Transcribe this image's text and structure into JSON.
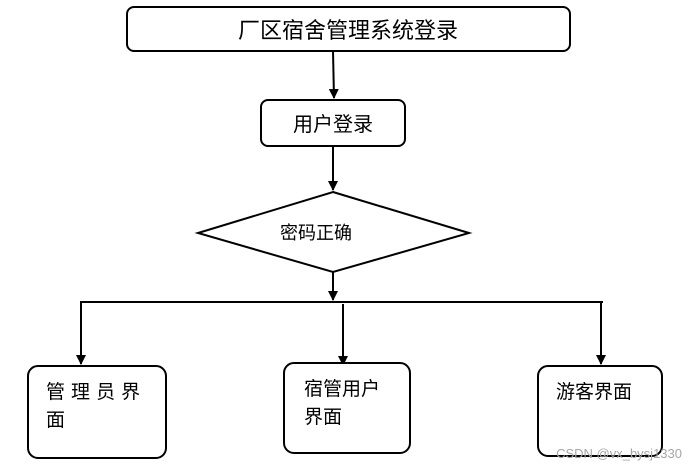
{
  "diagram": {
    "type": "flowchart",
    "nodes": {
      "title": {
        "label": "厂区宿舍管理系统登录",
        "shape": "rounded-rect"
      },
      "login": {
        "label": "用户登录",
        "shape": "rounded-rect"
      },
      "check": {
        "label": "密码正确",
        "shape": "diamond"
      },
      "admin": {
        "label_line1": "管 理 员 界",
        "label_line2": "面",
        "shape": "rounded-rect"
      },
      "dorm_user": {
        "label_line1": "宿管用户",
        "label_line2": "界面",
        "shape": "rounded-rect"
      },
      "guest": {
        "label": "游客界面",
        "shape": "rounded-rect"
      }
    },
    "edges": [
      {
        "from": "title",
        "to": "login"
      },
      {
        "from": "login",
        "to": "check"
      },
      {
        "from": "check",
        "to": "admin"
      },
      {
        "from": "check",
        "to": "dorm_user"
      },
      {
        "from": "check",
        "to": "guest"
      }
    ],
    "colors": {
      "stroke": "#000000",
      "background": "#ffffff",
      "watermark": "#a6a6a6"
    }
  },
  "watermark": {
    "text": "CSDN @vx_bysj1330"
  }
}
